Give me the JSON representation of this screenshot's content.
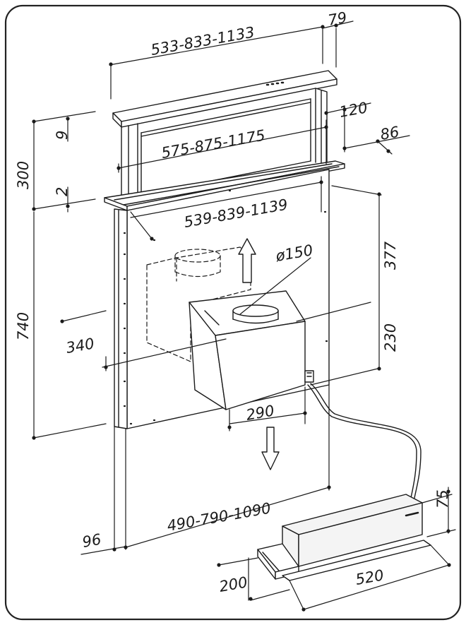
{
  "colors": {
    "stroke": "#1a1a1a",
    "hood_fill": "#ffffff",
    "unit_fill": "#f4f4f4",
    "background": "#ffffff"
  },
  "dimensions": {
    "top_width": "533-833-1133",
    "top_depth": "79",
    "top_height": "9",
    "glass_width": "575-875-1175",
    "glass_depth": "120",
    "frame_depth": "86",
    "lip_height": "2",
    "upper_total_height": "300",
    "frame_width": "539-839-1139",
    "body_height": "377",
    "duct_diameter": "ø150",
    "motor_height": "230",
    "motor_offset": "340",
    "motor_width": "290",
    "total_height": "740",
    "body_width": "490-790-1090",
    "body_thickness": "96",
    "control_height": "75",
    "control_width": "520",
    "control_depth": "200"
  }
}
